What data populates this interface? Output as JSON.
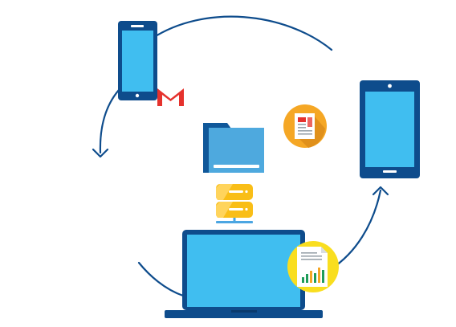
{
  "illustration": {
    "devices": [
      "smartphone",
      "tablet",
      "laptop"
    ],
    "center": [
      "folder",
      "server"
    ],
    "badges": [
      "gmail-logo",
      "news-document",
      "report-chart-document"
    ],
    "cycle_arrows": 3
  },
  "colors": {
    "device_frame": "#0E4C8C",
    "screen": "#40BEF0",
    "cycle_line": "#0E4C8C",
    "folder_back": "#10589A",
    "folder_front": "#4EA9DE",
    "server": "#F9BE17",
    "server_connector": "#4BA6E2",
    "news_badge": "#F5A725",
    "report_badge": "#F9DE1F",
    "gmail_red": "#E5322D"
  }
}
